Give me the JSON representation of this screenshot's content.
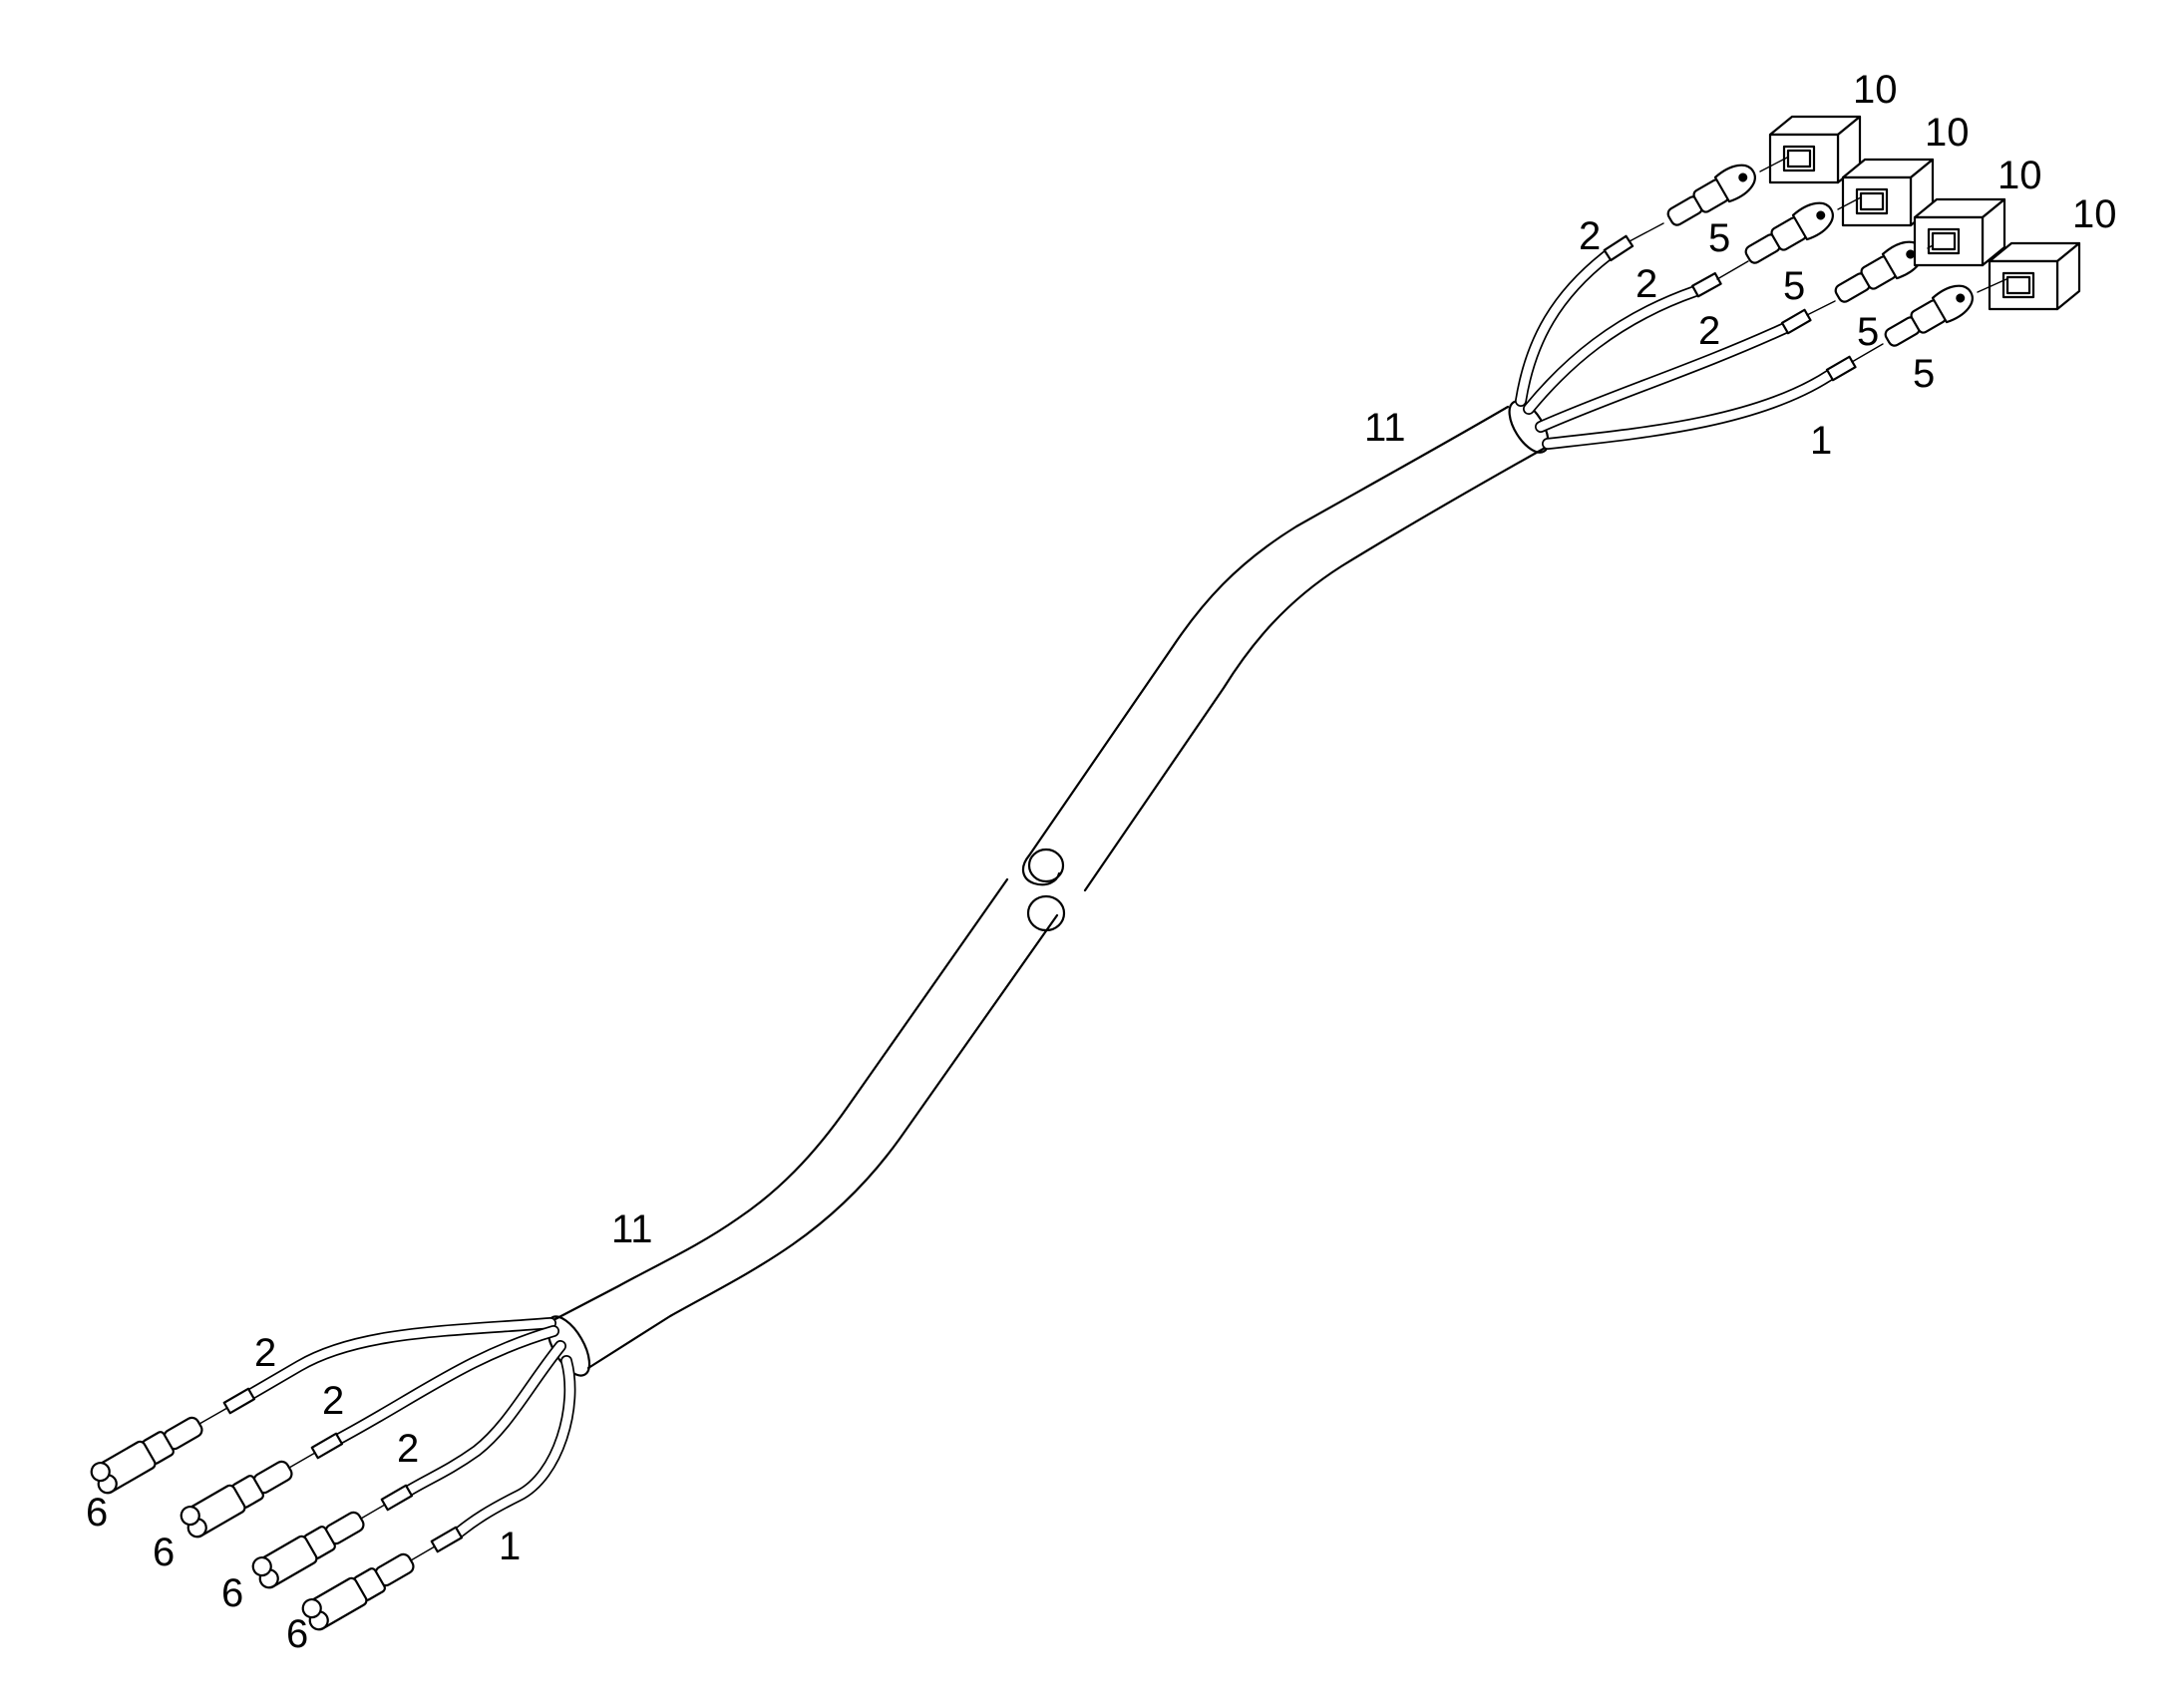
{
  "callouts": {
    "cable_upper": "11",
    "cable_lower": "11",
    "wire_right_1": "2",
    "wire_right_2": "2",
    "wire_right_3": "2",
    "wire_right_4": "1",
    "ring_1": "5",
    "ring_2": "5",
    "ring_3": "5",
    "ring_4": "5",
    "housing_1": "10",
    "housing_2": "10",
    "housing_3": "10",
    "housing_4": "10",
    "wire_left_1": "2",
    "wire_left_2": "2",
    "wire_left_3": "2",
    "wire_left_4": "1",
    "receptacle_1": "6",
    "receptacle_2": "6",
    "receptacle_3": "6",
    "receptacle_4": "6"
  },
  "colors": {
    "line": "#000000",
    "background": "#ffffff"
  }
}
